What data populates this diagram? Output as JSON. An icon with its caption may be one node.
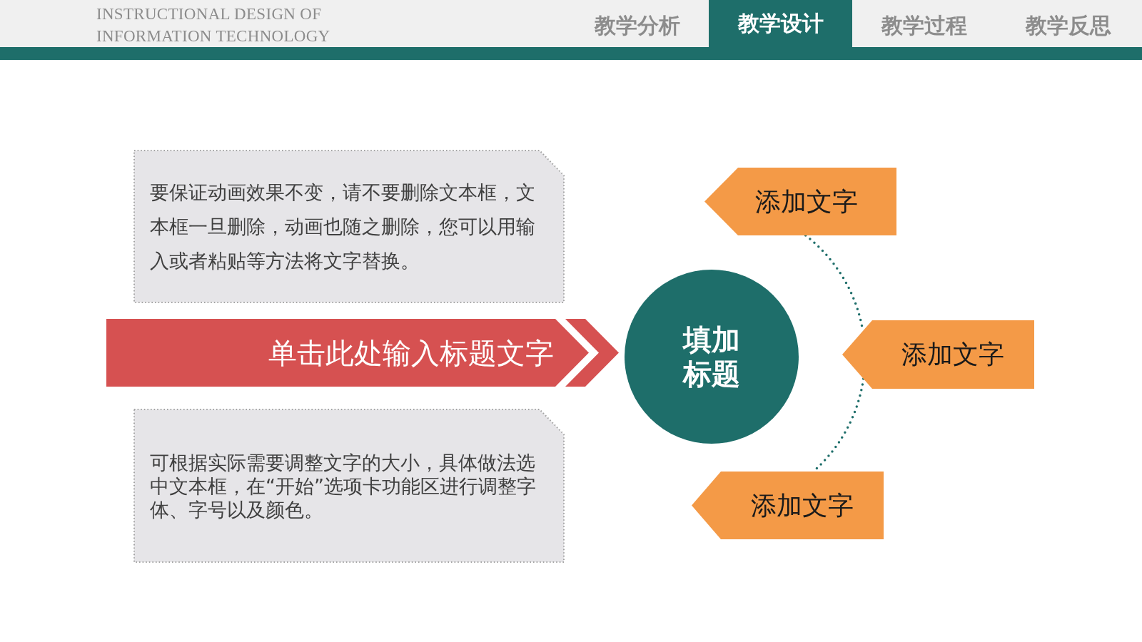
{
  "diagram": {
    "nodes": [
      {
        "text": [
          "要保证动画效果不变，请不要删除文本框，文本框一旦删除，动画也随之删除，您可以用输入或者粘贴等方法将文字替换。"
        ]
      },
      {
        "text": [
          "单击此处输入标题文字"
        ]
      },
      {
        "text": [
          "可根据实际需要调整文字的大小，具体做法选中文本框，在“开始”选项卡功能区进行调整字体、字号以及颜色。"
        ]
      },
      {
        "text": [
          "填加标题"
        ]
      },
      {
        "text": [
          "添加文字"
        ]
      },
      {
        "text": [
          "添加文字"
        ]
      },
      {
        "text": [
          "添加文字"
        ]
      }
    ],
    "edges": [
      {
        "from": 4,
        "to": 5,
        "arrow": "none",
        "style": "dashed"
      },
      {
        "from": 5,
        "to": 6,
        "arrow": "none",
        "style": "dashed"
      }
    ],
    "labels": [
      "INSTRUCTIONAL DESIGN OF INFORMATION TECHNOLOGY",
      "教学分析",
      "教学设计",
      "教学过程",
      "教学反思"
    ]
  }
}
